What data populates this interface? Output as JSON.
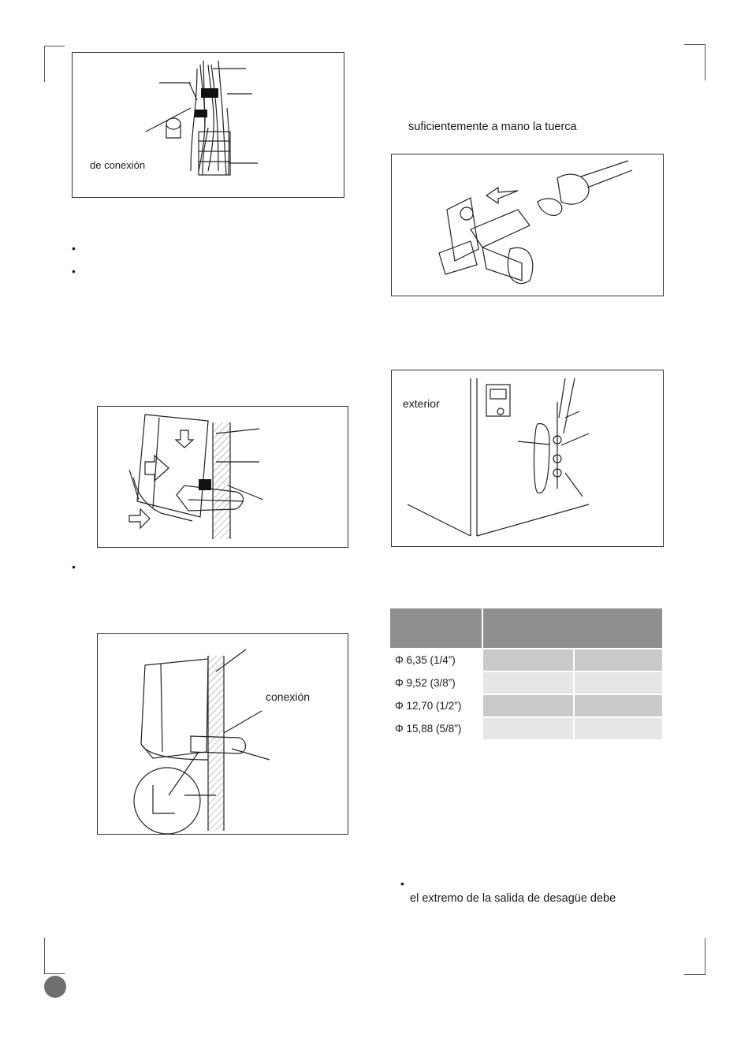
{
  "figure1": {
    "label_connection": "de conexión"
  },
  "right_text": {
    "line_top": "suficientemente a mano la tuerca",
    "line_bottom": "el extremo de la salida de desagüe debe"
  },
  "figure4": {
    "label_exterior": "exterior"
  },
  "figure5": {
    "label_connection": "conexión"
  },
  "bullets": [
    "•",
    "•",
    "•",
    "•"
  ],
  "table": {
    "rows": [
      {
        "size": "Φ 6,35 (1/4”)"
      },
      {
        "size": "Φ 9,52 (3/8”)"
      },
      {
        "size": "Φ 12,70 (1/2”)"
      },
      {
        "size": "Φ 15,88 (5/8”)"
      }
    ]
  }
}
